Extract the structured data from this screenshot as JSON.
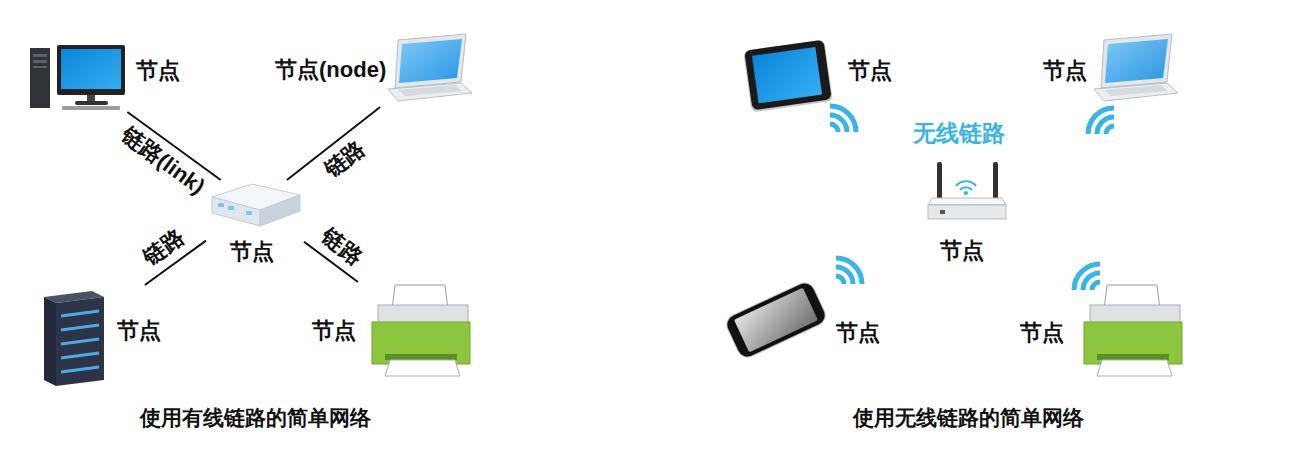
{
  "diagram": {
    "nodes": [
      {
        "text": [
          "节点"
        ]
      },
      {
        "text": [
          "节点(node)"
        ]
      },
      {
        "text": [
          "节点"
        ]
      },
      {
        "text": [
          "节点"
        ]
      },
      {
        "text": [
          "节点"
        ]
      },
      {
        "text": [
          "节点"
        ]
      },
      {
        "text": [
          "节点"
        ]
      },
      {
        "text": [
          "节点"
        ]
      },
      {
        "text": [
          "节点"
        ]
      },
      {
        "text": [
          "节点"
        ]
      }
    ],
    "edges": [
      {
        "from": 2,
        "to": 0,
        "arrow": "none",
        "label": "链路(link)"
      },
      {
        "from": 2,
        "to": 1,
        "arrow": "none",
        "label": "链路"
      },
      {
        "from": 2,
        "to": 3,
        "arrow": "none",
        "label": "链路"
      },
      {
        "from": 2,
        "to": 4,
        "arrow": "none",
        "label": "链路"
      }
    ],
    "labels": [
      "无线链路",
      "使用有线链路的简单网络",
      "使用无线链路的简单网络"
    ]
  }
}
